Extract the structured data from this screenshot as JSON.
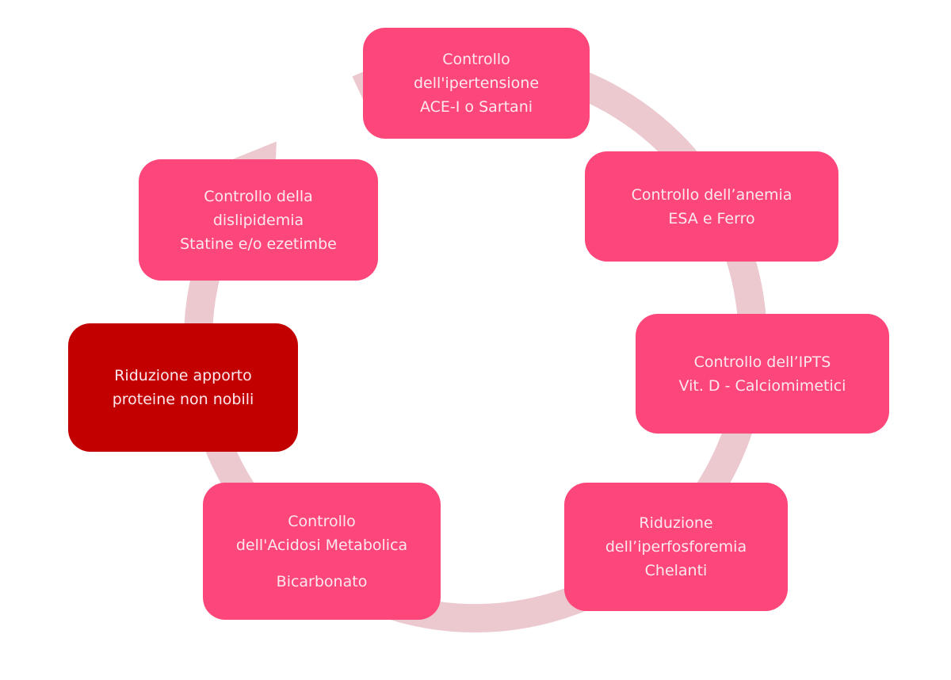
{
  "diagram": {
    "type": "cycle",
    "colors": {
      "box_default": "#fd4679",
      "box_highlight": "#c30000",
      "ring": "#ecc8cf",
      "text": "#fde8ef"
    },
    "nodes": [
      {
        "id": "ipertensione",
        "highlight": false,
        "lines": [
          "Controllo",
          "dell'ipertensione",
          "ACE-I o Sartani"
        ]
      },
      {
        "id": "anemia",
        "highlight": false,
        "lines": [
          "Controllo dell’anemia",
          "ESA e Ferro"
        ]
      },
      {
        "id": "ipts",
        "highlight": false,
        "lines": [
          "Controllo dell’IPTS",
          "Vit. D - Calciomimetici"
        ]
      },
      {
        "id": "iperfosforemia",
        "highlight": false,
        "lines": [
          "Riduzione",
          "dell’iperfosforemia",
          "Chelanti"
        ]
      },
      {
        "id": "acidosi",
        "highlight": false,
        "lines": [
          "Controllo",
          "dell'Acidosi Metabolica",
          "Bicarbonato"
        ]
      },
      {
        "id": "proteine",
        "highlight": true,
        "lines": [
          "Riduzione apporto",
          "proteine non nobili"
        ]
      },
      {
        "id": "dislipidemia",
        "highlight": false,
        "lines": [
          "Controllo della",
          "dislipidemia",
          "Statine e/o ezetimbe"
        ]
      }
    ],
    "direction": "clockwise"
  }
}
